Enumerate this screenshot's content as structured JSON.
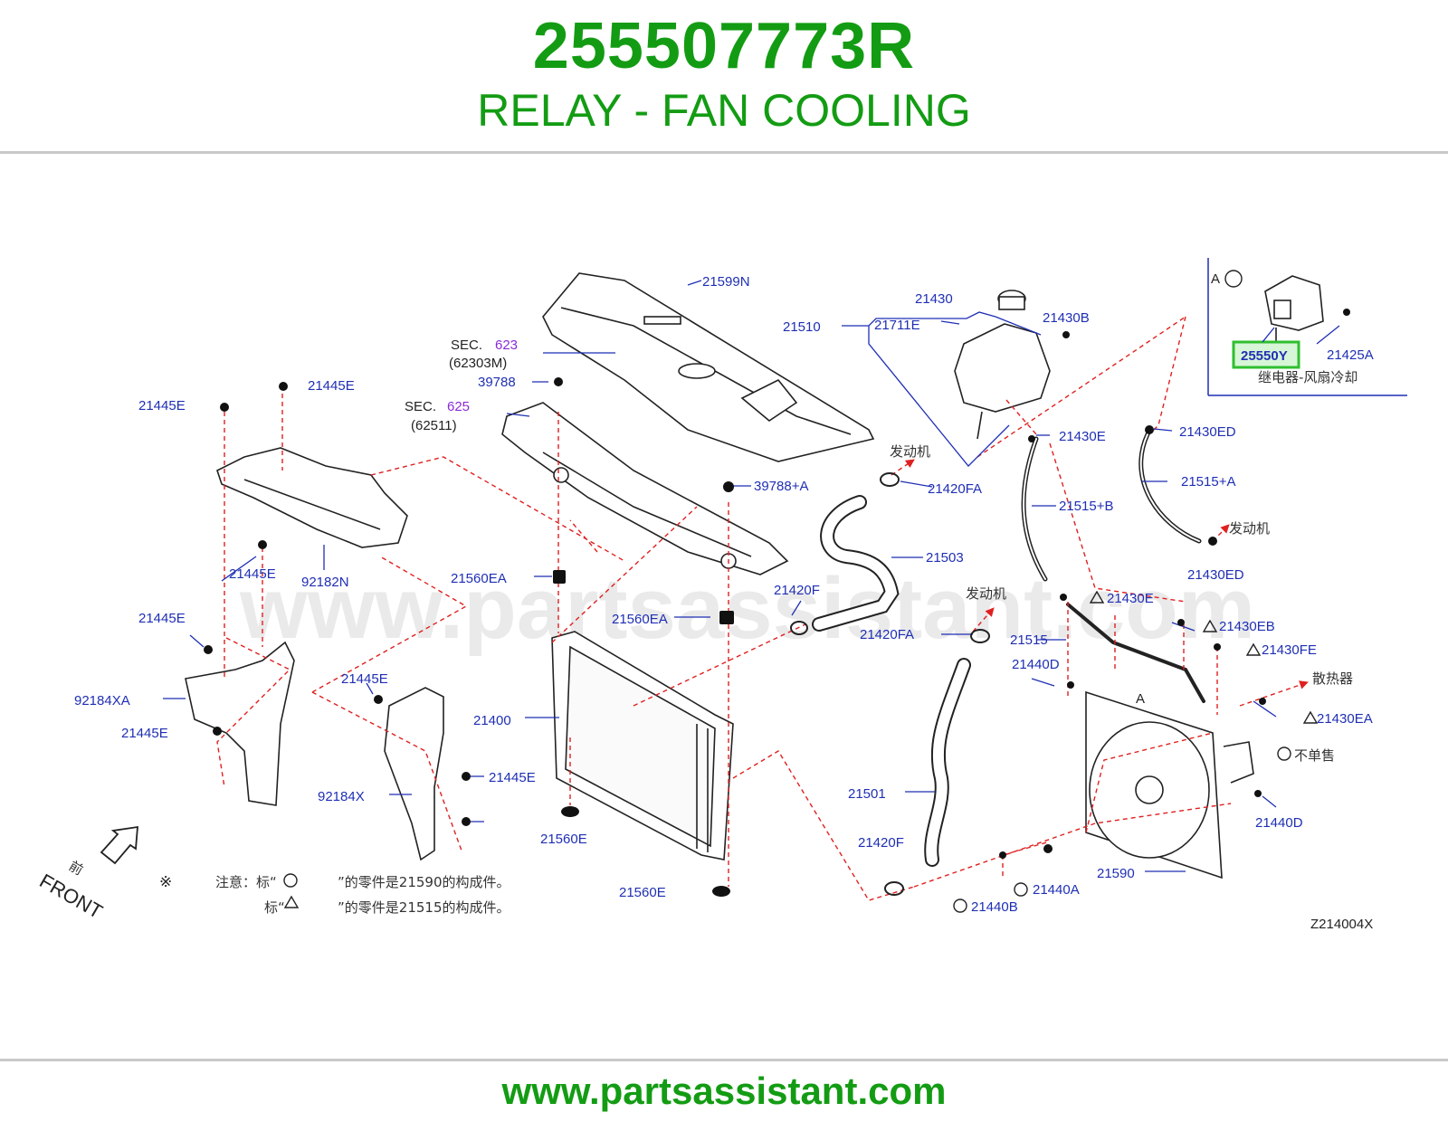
{
  "header": {
    "part_number": "255507773R",
    "part_title": "RELAY - FAN COOLING"
  },
  "diagram": {
    "watermark": "www.partsassistant.com",
    "highlight_color": "#2fbf2f",
    "part_label_color": "#1f2fb4",
    "callouts": [
      "21599N",
      "21510",
      "21430",
      "21711E",
      "21430B",
      "21425A",
      "25550Y",
      "39788",
      "21445E",
      "21445E",
      "21445E",
      "21445E",
      "21445E",
      "21445E",
      "21445E",
      "39788+A",
      "21420FA",
      "21430E",
      "21430ED",
      "21515+A",
      "21515+B",
      "21503",
      "92182N",
      "21560EA",
      "21560EA",
      "21420F",
      "21420FA",
      "21430E",
      "21430EB",
      "21515",
      "21430FE",
      "21440D",
      "92184XA",
      "21400",
      "21430EA",
      "92184X",
      "21501",
      "21440D",
      "21560E",
      "21560E",
      "21420F",
      "21440A",
      "21590",
      "21440B",
      "21430ED"
    ],
    "section_refs": [
      {
        "prefix": "SEC.",
        "num": "623",
        "sub": "(62303M)"
      },
      {
        "prefix": "SEC.",
        "num": "625",
        "sub": "(62511)"
      }
    ],
    "cjk_labels": {
      "relay_desc": "继电器-风扇冷却",
      "engine": "发动机",
      "radiator": "散热器",
      "not_sold": "不单售",
      "front_cn": "前"
    },
    "inset_marker": "A",
    "front": "FRONT",
    "notes": {
      "mark": "※",
      "line1_prefix": "注意：标“",
      "line1_suffix": "”的零件是21590的构成件。",
      "line2_prefix": "标“",
      "line2_suffix": "”的零件是21515的构成件。"
    },
    "figure_code": "Z214004X"
  },
  "footer": {
    "url": "www.partsassistant.com"
  }
}
